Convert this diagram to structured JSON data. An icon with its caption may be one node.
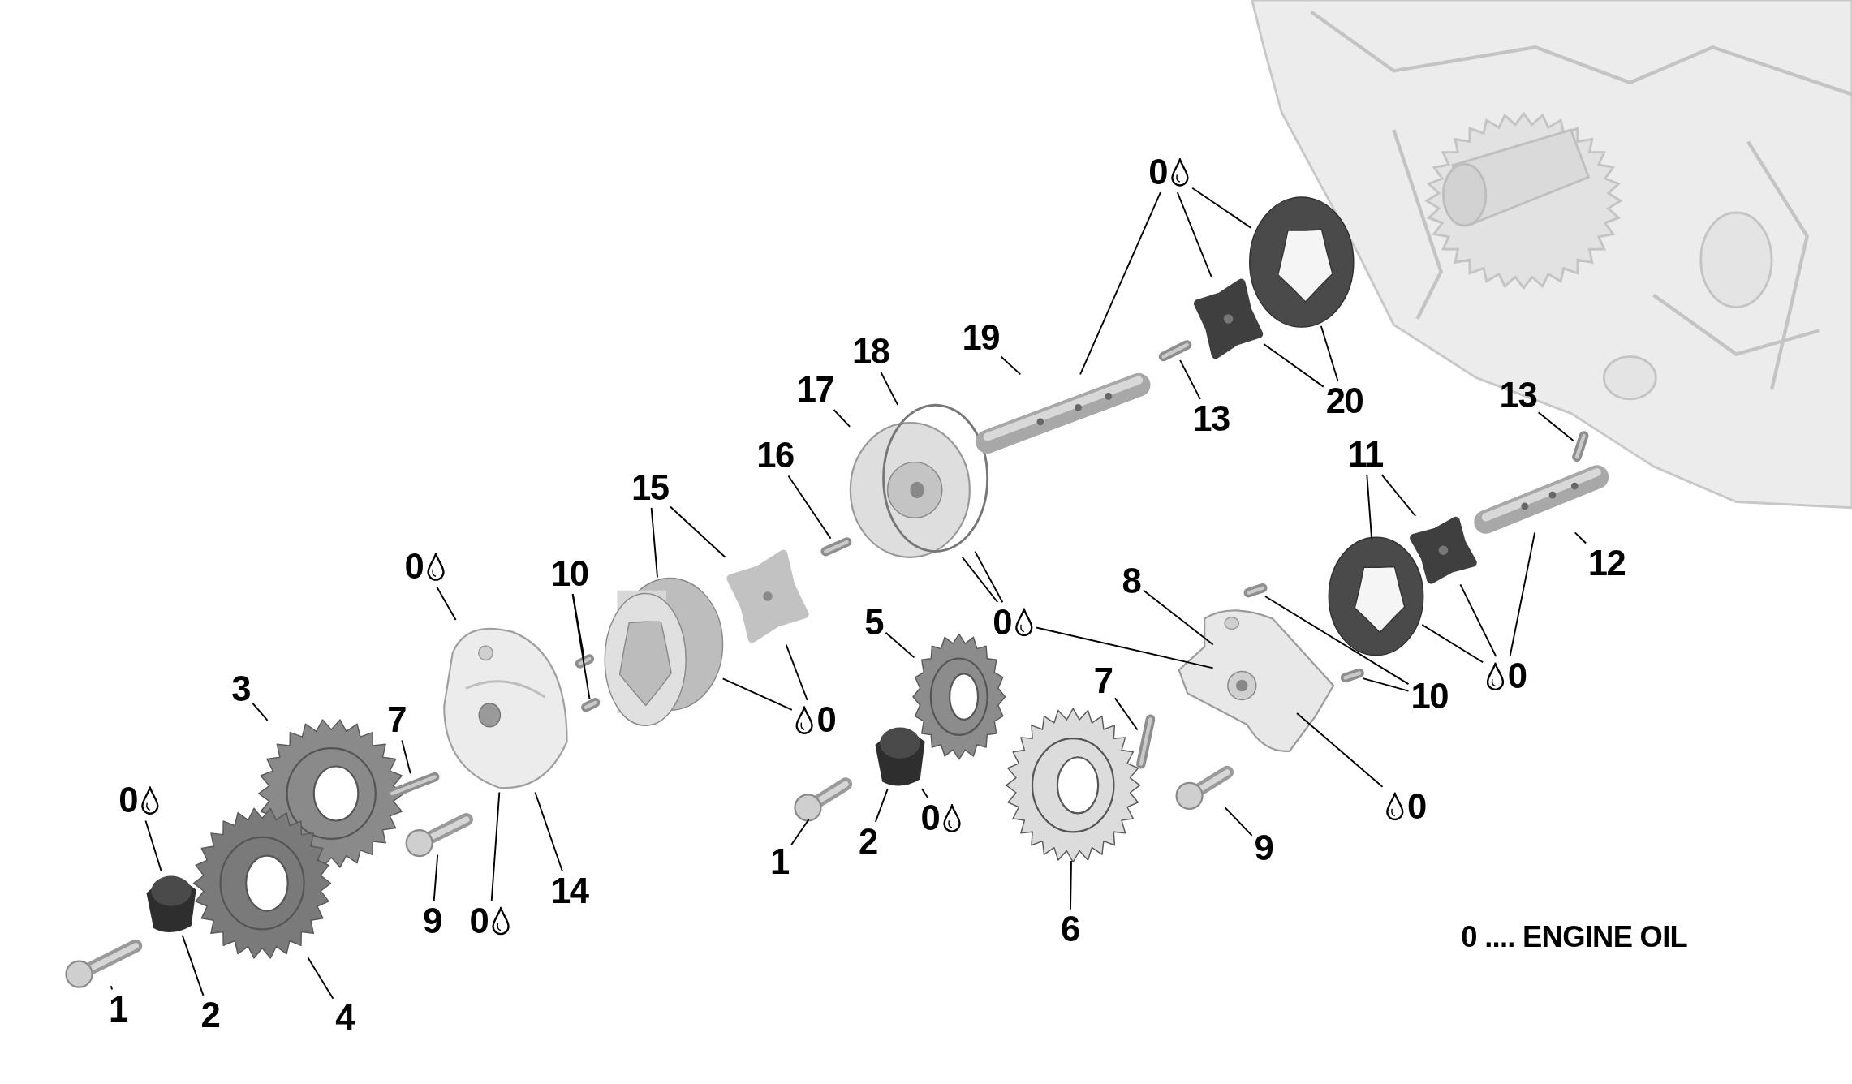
{
  "diagram": {
    "nodes": [
      {
        "text": [
          "0"
        ]
      },
      {
        "text": [
          "19"
        ]
      },
      {
        "text": [
          "18"
        ]
      },
      {
        "text": [
          "17"
        ]
      },
      {
        "text": [
          "13"
        ]
      },
      {
        "text": [
          "20"
        ]
      },
      {
        "text": [
          "13"
        ]
      },
      {
        "text": [
          "16"
        ]
      },
      {
        "text": [
          "11"
        ]
      },
      {
        "text": [
          "15"
        ]
      },
      {
        "text": [
          "10"
        ]
      },
      {
        "text": [
          "0"
        ]
      },
      {
        "text": [
          "12"
        ]
      },
      {
        "text": [
          "8"
        ]
      },
      {
        "text": [
          "5"
        ]
      },
      {
        "text": [
          "0"
        ]
      },
      {
        "text": [
          "0"
        ]
      },
      {
        "text": [
          "7"
        ]
      },
      {
        "text": [
          "10"
        ]
      },
      {
        "text": [
          "7"
        ]
      },
      {
        "text": [
          "0"
        ]
      },
      {
        "text": [
          "0"
        ]
      },
      {
        "text": [
          "0"
        ]
      },
      {
        "text": [
          "0"
        ]
      },
      {
        "text": [
          "9"
        ]
      },
      {
        "text": [
          "1"
        ]
      },
      {
        "text": [
          "2"
        ]
      },
      {
        "text": [
          "14"
        ]
      },
      {
        "text": [
          "9"
        ]
      },
      {
        "text": [
          "0"
        ]
      },
      {
        "text": [
          "6"
        ]
      },
      {
        "text": [
          "1"
        ]
      },
      {
        "text": [
          "2"
        ]
      },
      {
        "text": [
          "4"
        ]
      },
      {
        "text": [
          "3"
        ]
      },
      {
        "text": [],
        "shape": "picture"
      },
      {
        "text": [],
        "shape": "picture"
      },
      {
        "text": [],
        "shape": "picture"
      },
      {
        "text": [],
        "shape": "picture"
      },
      {
        "text": [],
        "shape": "picture"
      },
      {
        "text": [],
        "shape": "picture"
      },
      {
        "text": [],
        "shape": "picture"
      },
      {
        "text": [],
        "shape": "picture"
      },
      {
        "text": [],
        "shape": "picture"
      },
      {
        "text": [],
        "shape": "picture"
      },
      {
        "text": [],
        "shape": "picture"
      },
      {
        "text": [],
        "shape": "picture"
      },
      {
        "text": [],
        "shape": "picture"
      },
      {
        "text": [],
        "shape": "picture"
      },
      {
        "text": [],
        "shape": "picture"
      },
      {
        "text": [],
        "shape": "picture"
      },
      {
        "text": [],
        "shape": "picture"
      },
      {
        "text": [],
        "shape": "picture"
      },
      {
        "text": [],
        "shape": "picture"
      },
      {
        "text": [],
        "shape": "picture"
      },
      {
        "text": [],
        "shape": "picture"
      },
      {
        "text": [],
        "shape": "picture"
      },
      {
        "text": [],
        "shape": "picture"
      },
      {
        "text": [],
        "shape": "picture"
      },
      {
        "text": [],
        "shape": "picture"
      },
      {
        "text": [],
        "shape": "picture"
      },
      {
        "text": [],
        "shape": "picture"
      },
      {
        "text": [],
        "shape": "picture"
      },
      {
        "text": [],
        "shape": "picture"
      },
      {
        "text": [],
        "shape": "picture"
      },
      {
        "text": [],
        "shape": "picture"
      }
    ],
    "edges": [
      {
        "from": 0,
        "to": 49,
        "arrow": "none"
      },
      {
        "from": 0,
        "to": 51,
        "arrow": "none"
      },
      {
        "from": 0,
        "to": 52,
        "arrow": "none"
      },
      {
        "from": 1,
        "to": 49,
        "arrow": "none"
      },
      {
        "from": 2,
        "to": 48,
        "arrow": "none"
      },
      {
        "from": 3,
        "to": 47,
        "arrow": "none"
      },
      {
        "from": 4,
        "to": 65,
        "arrow": "none"
      },
      {
        "from": 5,
        "to": 51,
        "arrow": "none"
      },
      {
        "from": 5,
        "to": 52,
        "arrow": "none"
      },
      {
        "from": 6,
        "to": 50,
        "arrow": "none"
      },
      {
        "from": 7,
        "to": 46,
        "arrow": "none"
      },
      {
        "from": 8,
        "to": 62,
        "arrow": "none"
      },
      {
        "from": 8,
        "to": 63,
        "arrow": "none"
      },
      {
        "from": 9,
        "to": 44,
        "arrow": "none"
      },
      {
        "from": 9,
        "to": 45,
        "arrow": "none"
      },
      {
        "from": 10,
        "to": 42,
        "arrow": "none"
      },
      {
        "from": 10,
        "to": 43,
        "arrow": "none"
      },
      {
        "from": 11,
        "to": 41,
        "arrow": "none"
      },
      {
        "from": 12,
        "to": 64,
        "arrow": "none"
      },
      {
        "from": 13,
        "to": 59,
        "arrow": "none"
      },
      {
        "from": 14,
        "to": 55,
        "arrow": "none"
      },
      {
        "from": 15,
        "to": 47,
        "arrow": "none"
      },
      {
        "from": 15,
        "to": 48,
        "arrow": "none"
      },
      {
        "from": 15,
        "to": 59,
        "arrow": "none"
      },
      {
        "from": 16,
        "to": 62,
        "arrow": "none"
      },
      {
        "from": 16,
        "to": 63,
        "arrow": "none"
      },
      {
        "from": 16,
        "to": 64,
        "arrow": "none"
      },
      {
        "from": 17,
        "to": 57,
        "arrow": "none"
      },
      {
        "from": 18,
        "to": 60,
        "arrow": "none"
      },
      {
        "from": 18,
        "to": 61,
        "arrow": "none"
      },
      {
        "from": 19,
        "to": 39,
        "arrow": "none"
      },
      {
        "from": 20,
        "to": 44,
        "arrow": "none"
      },
      {
        "from": 20,
        "to": 45,
        "arrow": "none"
      },
      {
        "from": 21,
        "to": 59,
        "arrow": "none"
      },
      {
        "from": 22,
        "to": 54,
        "arrow": "none"
      },
      {
        "from": 23,
        "to": 36,
        "arrow": "none"
      },
      {
        "from": 24,
        "to": 58,
        "arrow": "none"
      },
      {
        "from": 25,
        "to": 53,
        "arrow": "none"
      },
      {
        "from": 26,
        "to": 54,
        "arrow": "none"
      },
      {
        "from": 27,
        "to": 41,
        "arrow": "none"
      },
      {
        "from": 28,
        "to": 40,
        "arrow": "none"
      },
      {
        "from": 29,
        "to": 41,
        "arrow": "none"
      },
      {
        "from": 30,
        "to": 56,
        "arrow": "none"
      },
      {
        "from": 31,
        "to": 35,
        "arrow": "none"
      },
      {
        "from": 32,
        "to": 36,
        "arrow": "none"
      },
      {
        "from": 33,
        "to": 38,
        "arrow": "none"
      },
      {
        "from": 34,
        "to": 37,
        "arrow": "none"
      }
    ],
    "labels": [
      "0 .... ENGINE OIL"
    ]
  }
}
